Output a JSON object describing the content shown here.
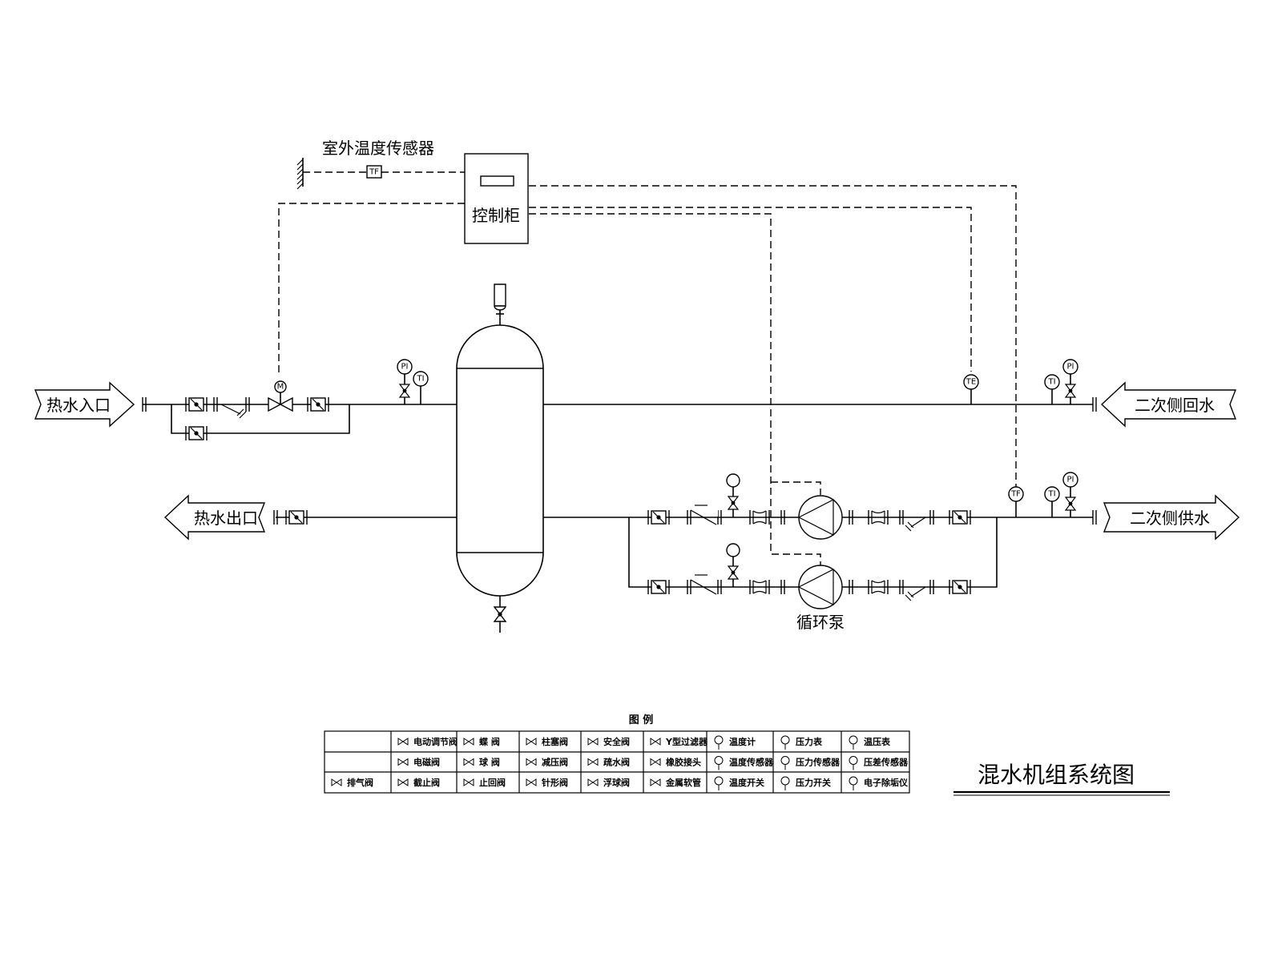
{
  "diagram": {
    "title": "混水机组系统图",
    "outdoor_sensor_label": "室外温度传感器",
    "outdoor_sensor_tag": "TF",
    "control_cabinet_label": "控制柜",
    "pump_label": "循环泵",
    "ports": {
      "hot_in": "热水入口",
      "hot_out": "热水出口",
      "secondary_return": "二次侧回水",
      "secondary_supply": "二次侧供水"
    },
    "instruments": {
      "inlet_pi": "PI",
      "inlet_ti": "TI",
      "return_te": "TE",
      "return_ti": "TI",
      "return_pi": "PI",
      "supply_tf": "TF",
      "supply_ti": "TI",
      "supply_pi": "PI",
      "motor": "M"
    }
  },
  "legend": {
    "heading": "图  例",
    "rows": [
      [
        "",
        "电动调节阀",
        "蝶 阀",
        "柱塞阀",
        "安全阀",
        "Y型过滤器",
        "温度计",
        "压力表",
        "温压表"
      ],
      [
        "",
        "电磁阀",
        "球 阀",
        "减压阀",
        "疏水阀",
        "橡胶接头",
        "温度传感器",
        "压力传感器",
        "压差传感器"
      ],
      [
        "排气阀",
        "截止阀",
        "止回阀",
        "针形阀",
        "浮球阀",
        "金属软管",
        "温度开关",
        "压力开关",
        "电子除垢仪"
      ]
    ]
  }
}
